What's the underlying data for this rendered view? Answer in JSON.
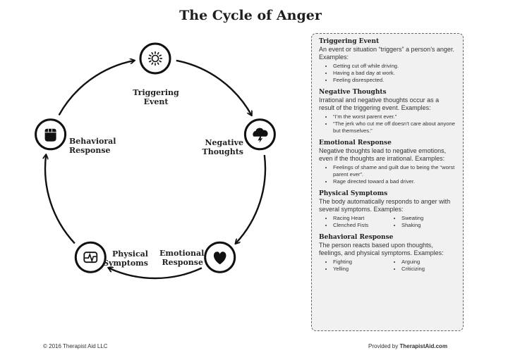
{
  "title": "The Cycle of Anger",
  "nodes": [
    {
      "name": "triggering-event",
      "label": "Triggering\nEvent",
      "icon": "sun-burst-icon"
    },
    {
      "name": "negative-thoughts",
      "label": "Negative\nThoughts",
      "icon": "storm-cloud-icon"
    },
    {
      "name": "emotional-response",
      "label": "Emotional\nResponse",
      "icon": "heart-icon"
    },
    {
      "name": "physical-symptoms",
      "label": "Physical\nSymptoms",
      "icon": "heartbeat-icon"
    },
    {
      "name": "behavioral-response",
      "label": "Behavioral\nResponse",
      "icon": "fist-icon"
    }
  ],
  "panel": {
    "triggering": {
      "heading": "Triggering Event",
      "text": "An event or situation “triggers” a person’s anger. Examples:",
      "items": [
        "Getting cut off while driving.",
        "Having a bad day at work.",
        "Feeling disrespected."
      ]
    },
    "negative": {
      "heading": "Negative Thoughts",
      "text": "Irrational and negative thoughts occur as a result of the triggering event. Examples:",
      "items": [
        "“I’m the worst parent ever.”",
        "“The jerk who cut me off doesn’t care about anyone but themselves.”"
      ]
    },
    "emotional": {
      "heading": "Emotional Response",
      "text": "Negative thoughts lead to negative emotions, even if the thoughts are irrational. Examples:",
      "items": [
        "Feelings of shame and guilt due to being the “worst parent ever”.",
        "Rage directed toward a bad driver."
      ]
    },
    "physical": {
      "heading": "Physical Symptoms",
      "text": "The body automatically responds to anger with several symptoms. Examples:",
      "col1": [
        "Racing Heart",
        "Clenched Fists"
      ],
      "col2": [
        "Sweating",
        "Shaking"
      ]
    },
    "behavioral": {
      "heading": "Behavioral Response",
      "text": "The person reacts based upon thoughts, feelings, and physical symptoms. Examples:",
      "col1": [
        "Fighting",
        "Yelling"
      ],
      "col2": [
        "Arguing",
        "Criticizing"
      ]
    }
  },
  "footer": {
    "copyright": "© 2016 Therapist Aid LLC",
    "provided_prefix": "Provided by",
    "provided_brand": "TherapistAid.com"
  }
}
